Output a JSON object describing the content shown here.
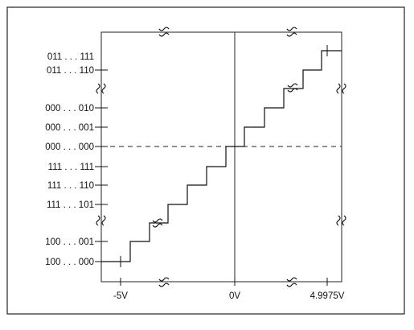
{
  "chart_data": {
    "type": "line",
    "title": "",
    "xlabel": "",
    "ylabel": "",
    "x_tick_labels": [
      "-5V",
      "0V",
      "4.9975V"
    ],
    "y_tick_labels": [
      "011 . . . 111",
      "011 . . . 110",
      "000 . . . 010",
      "000 . . . 001",
      "000 . . . 000",
      "111 . . . 111",
      "111 . . . 110",
      "111 . . . 101",
      "100 . . . 001",
      "100 . . . 000"
    ],
    "y_code_values": [
      32767,
      32766,
      2,
      1,
      0,
      -1,
      -2,
      -3,
      -32767,
      -32768
    ],
    "x_range_volts": [
      -5,
      4.9975
    ],
    "reference_line": {
      "code": 0,
      "style": "dashed"
    },
    "axis_breaks": true,
    "grid": false
  }
}
